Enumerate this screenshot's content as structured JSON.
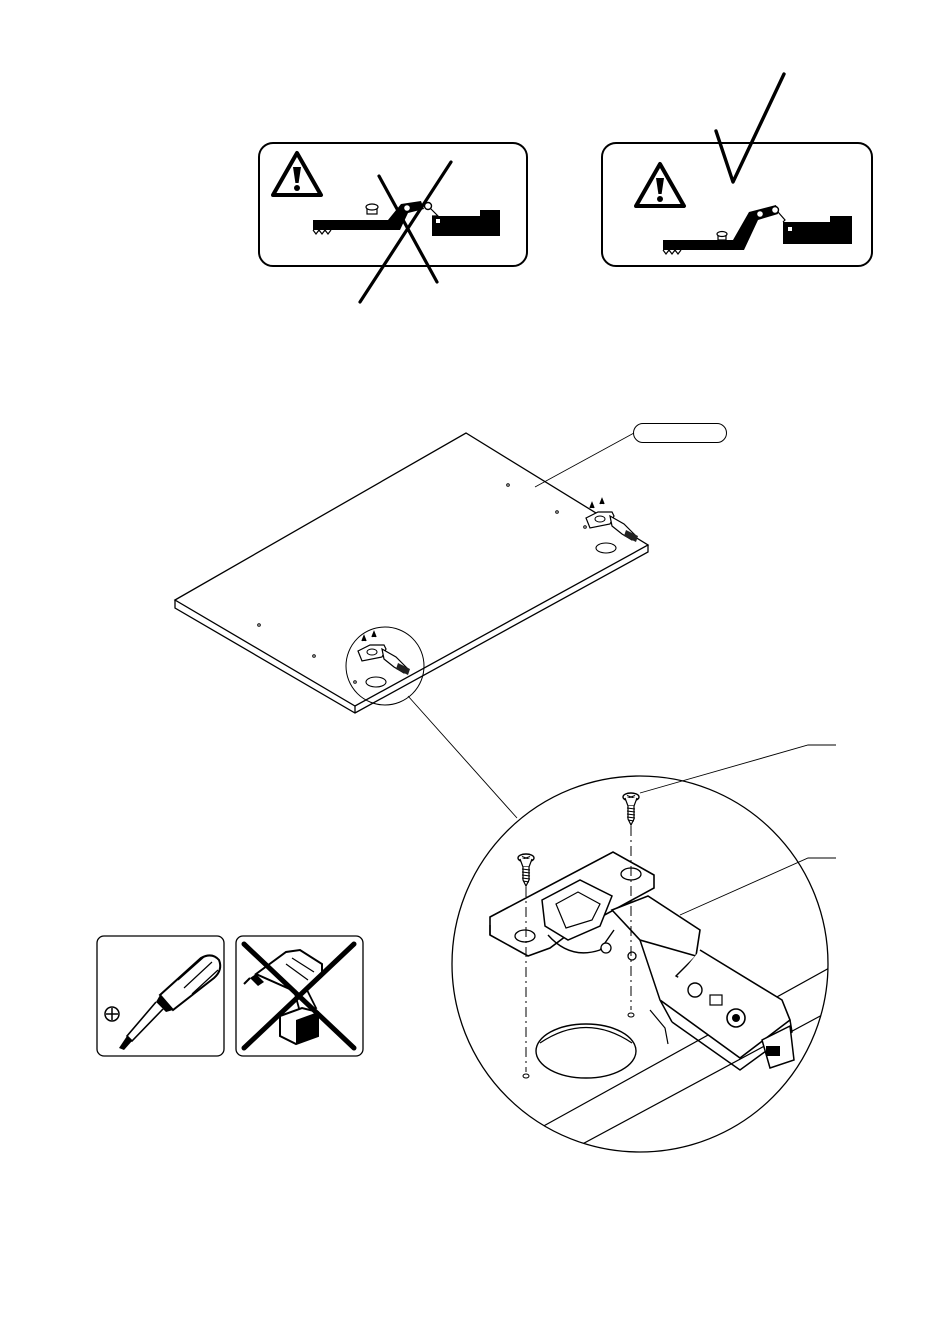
{
  "page": {
    "background": "#ffffff",
    "ink": "#000000"
  },
  "warnings": [
    {
      "icon": "warning-triangle-icon",
      "status": "incorrect",
      "mark": "cross-mark-icon"
    },
    {
      "icon": "warning-triangle-icon",
      "status": "correct",
      "mark": "check-mark-icon"
    }
  ],
  "main_part": {
    "label": ""
  },
  "detail": {
    "icon": "magnifier-circle"
  },
  "tools": [
    {
      "icon": "phillips-screwdriver-icon",
      "allowed": true
    },
    {
      "icon": "power-drill-icon",
      "allowed": false
    }
  ]
}
